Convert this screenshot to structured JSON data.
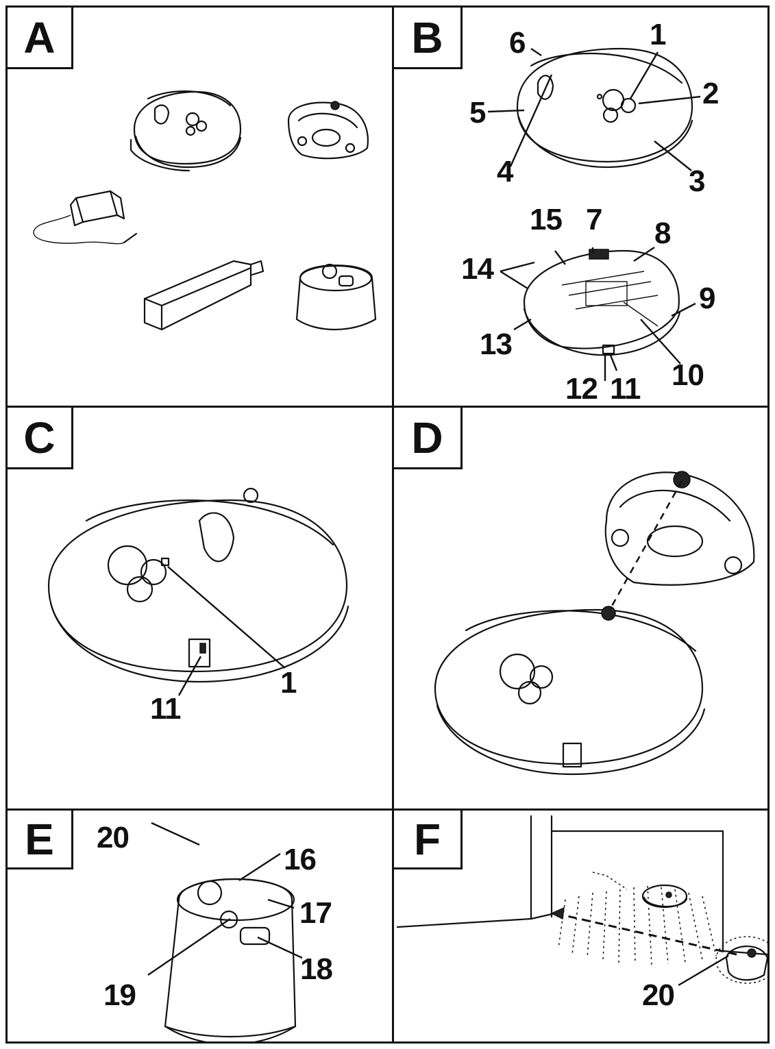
{
  "panels": {
    "A": {
      "letter": "A"
    },
    "B": {
      "letter": "B",
      "callouts": [
        "1",
        "2",
        "3",
        "4",
        "5",
        "6",
        "7",
        "8",
        "9",
        "10",
        "11",
        "12",
        "13",
        "14",
        "15"
      ]
    },
    "C": {
      "letter": "C",
      "callouts": [
        "1",
        "11"
      ]
    },
    "D": {
      "letter": "D"
    },
    "E": {
      "letter": "E",
      "callouts": [
        "16",
        "17",
        "18",
        "19",
        "20"
      ]
    },
    "F": {
      "letter": "F",
      "callouts": [
        "20"
      ]
    }
  },
  "colors": {
    "line": "#111111",
    "background": "#ffffff"
  }
}
